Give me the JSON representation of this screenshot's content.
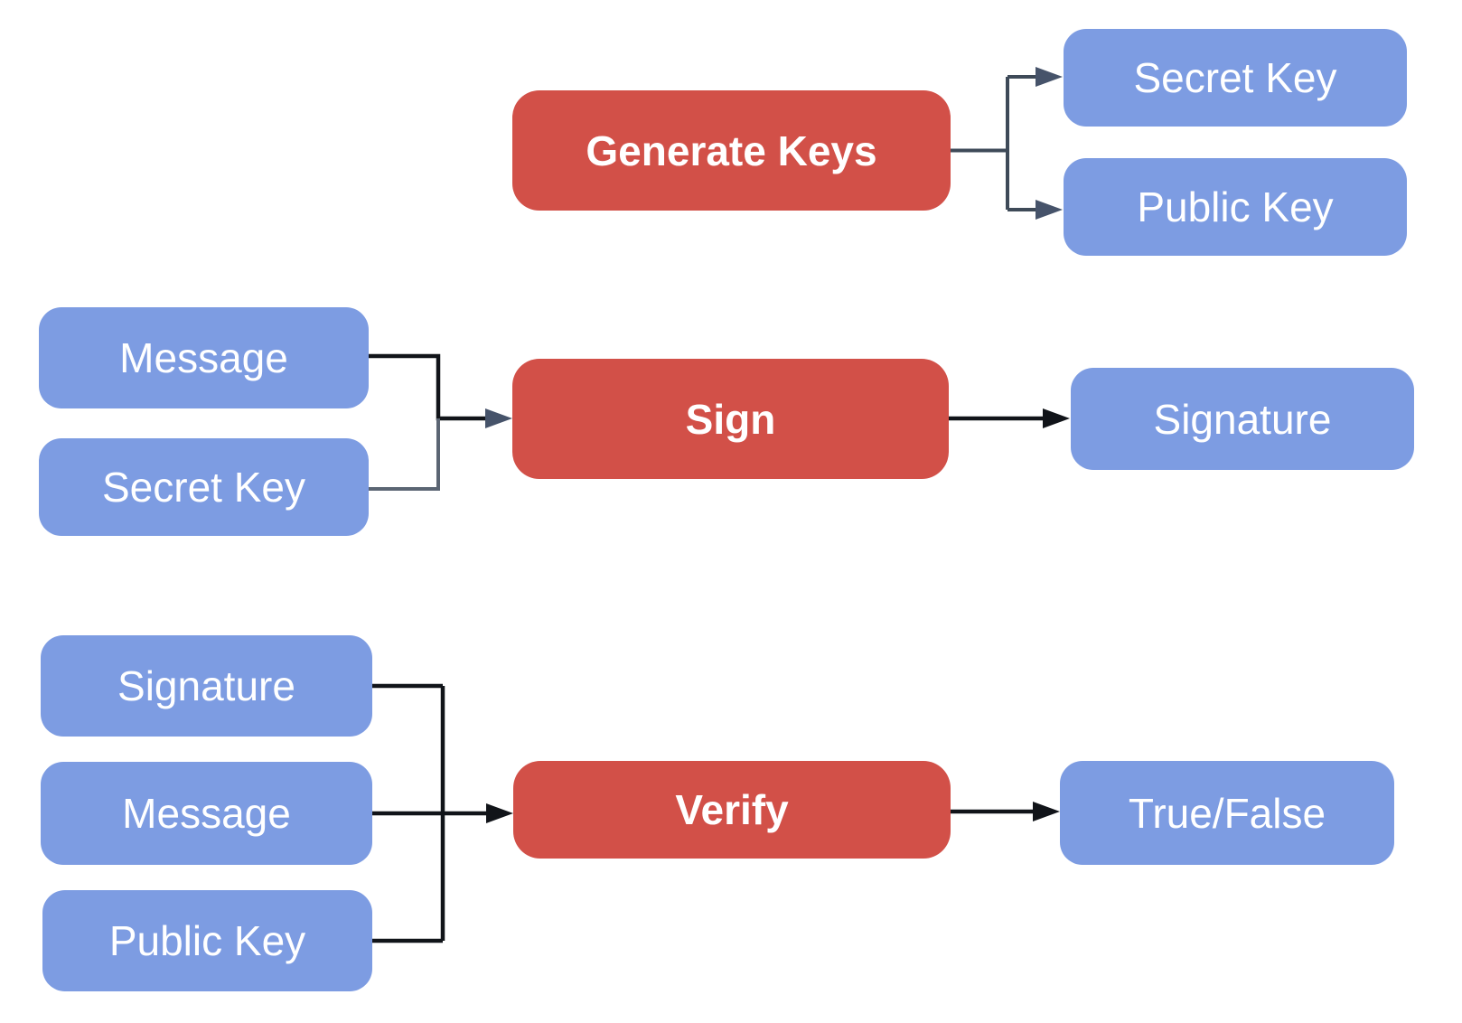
{
  "colors": {
    "background": "#FFFFFF",
    "process_fill": "#D25048",
    "data_fill": "#7D9CE2",
    "label_text": "#FFFFFF",
    "connector_slate": "#3E4A58",
    "connector_slate_light": "#5B6573",
    "connector_black": "#111419",
    "arrowhead_slate": "#46536A"
  },
  "diagram": {
    "keygen": {
      "process": "Generate Keys",
      "outputs": {
        "secret_key": "Secret Key",
        "public_key": "Public Key"
      }
    },
    "sign": {
      "inputs": {
        "message": "Message",
        "secret_key": "Secret Key"
      },
      "process": "Sign",
      "output": "Signature"
    },
    "verify": {
      "inputs": {
        "signature": "Signature",
        "message": "Message",
        "public_key": "Public Key"
      },
      "process": "Verify",
      "output": "True/False"
    }
  }
}
